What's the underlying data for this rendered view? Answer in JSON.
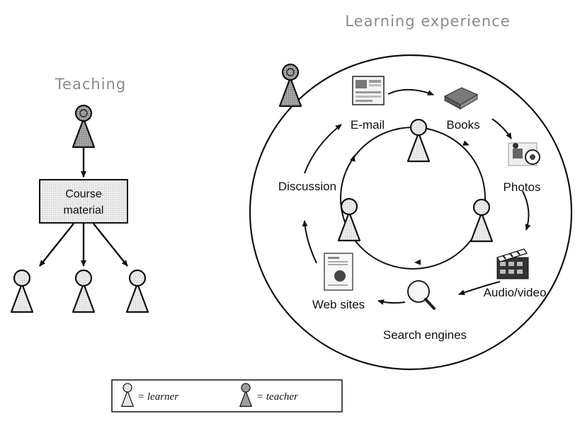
{
  "teaching": {
    "title": "Teaching",
    "box_line1": "Course",
    "box_line2": "material"
  },
  "learning": {
    "title": "Learning experience",
    "labels": {
      "email": "E-mail",
      "books": "Books",
      "photos": "Photos",
      "audio_video": "Audio/video",
      "search_engines": "Search engines",
      "web_sites": "Web sites",
      "discussion": "Discussion"
    }
  },
  "legend": {
    "learner": "= learner",
    "teacher": "= teacher"
  },
  "colors": {
    "stroke": "#111111",
    "learner_fill": "#e9e9e9",
    "teacher_fill": "#9a9a9a",
    "box_fill": "#d8d8d8",
    "title": "#8a8a8a"
  }
}
